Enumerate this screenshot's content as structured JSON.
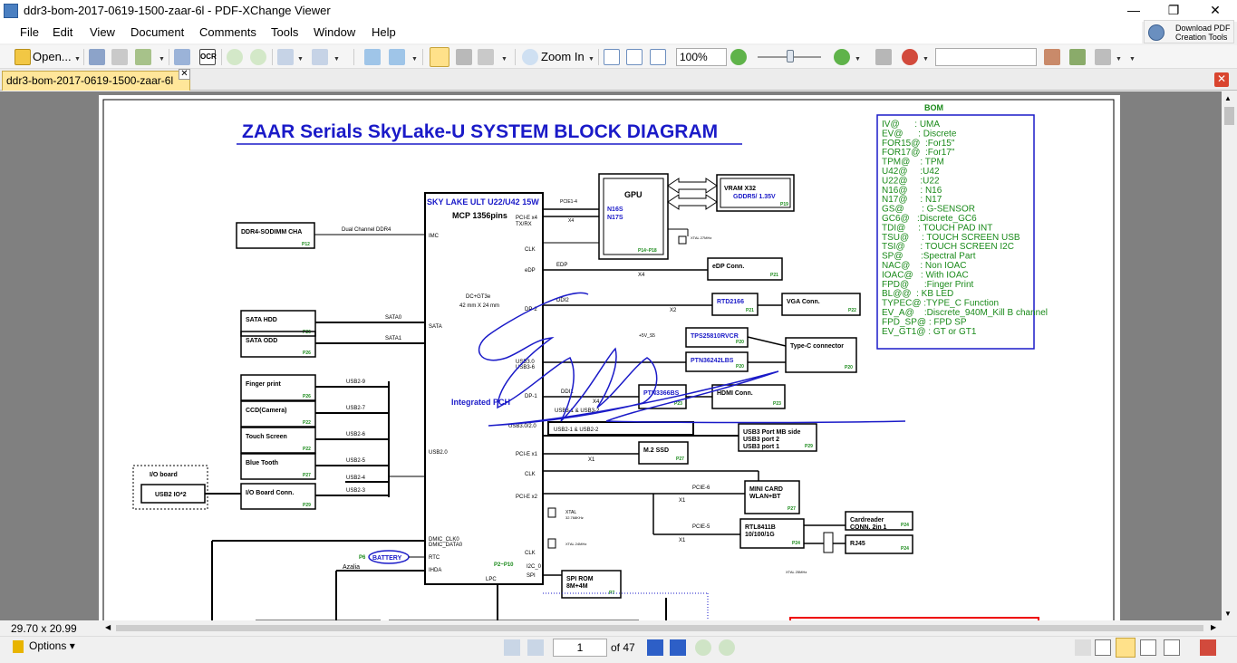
{
  "window": {
    "title": "ddr3-bom-2017-0619-1500-zaar-6l - PDF-XChange Viewer",
    "minimize": "—",
    "restore": "❐",
    "close": "✕"
  },
  "menu": [
    "File",
    "Edit",
    "View",
    "Document",
    "Comments",
    "Tools",
    "Window",
    "Help"
  ],
  "promo": {
    "line1": "Download PDF",
    "line2": "Creation Tools"
  },
  "toolbar": {
    "open_label": "Open...",
    "zoom_in_label": "Zoom In",
    "zoom_value": "100%",
    "ocr_label": "OCR"
  },
  "tab": {
    "label": "ddr3-bom-2017-0619-1500-zaar-6l",
    "close": "✕"
  },
  "page_size": "29.70 x 20.99 cm",
  "status": {
    "options_label": "Options",
    "current_page": "1",
    "of_pages": "of 47"
  },
  "diagram": {
    "title": "ZAAR Serials SkyLake-U SYSTEM BLOCK DIAGRAM",
    "bom_title": "BOM",
    "bom_lines": [
      "IV@      : UMA",
      "EV@      : Discrete",
      "FOR15@  :For15\"",
      "FOR17@  :For17\"",
      "TPM@    : TPM",
      "U42@     :U42",
      "U22@     :U22",
      "N16@     : N16",
      "N17@     : N17",
      "GS@       : G-SENSOR",
      "GC6@   :Discrete_GC6",
      "TDI@     : TOUCH PAD INT",
      "TSU@     : TOUCH SCREEN USB",
      "TSI@      : TOUCH SCREEN I2C",
      "SP@       :Spectral Part",
      "NAC@    : Non IOAC",
      "IOAC@   : With IOAC",
      "FPD@      :Finger Print",
      "BL@@  : KB LED",
      "TYPEC@ :TYPE_C Function",
      "EV_A@    :Discrete_940M_Kill B channel",
      "FPD_SP@ : FPD SP",
      "EV_GT1@ : GT or GT1"
    ],
    "cpu": {
      "line1": "SKY LAKE ULT U22/U42 15W",
      "line2": "MCP 1356pins",
      "die1": "DC+GT3e",
      "die2": "42 mm X 24 mm",
      "pch": "Integrated  PCH",
      "pages": "P2~P10"
    },
    "cpu_ports": [
      "PCI-E x4",
      "TX/RX",
      "IMC",
      "CLK",
      "eDP",
      "DP-2",
      "SATA",
      "USB3.0",
      "USB3-6",
      "DP-1",
      "USB3.0/2.0",
      "USB2.0",
      "PCI-E x1",
      "CLK",
      "PCI-E x2",
      "CLK",
      "DMIC_CLK0",
      "DMIC_DATA0",
      "RTC",
      "I2C_0",
      "IHDA",
      "SPI",
      "LPC"
    ],
    "gpu": {
      "name": "GPU",
      "m1": "N16S",
      "m2": "N17S",
      "page": "P14~P18",
      "bus": "PCIE1-4",
      "x4": "X4",
      "xtal": "XTAL 27MHz"
    },
    "vram": {
      "name": "VRAM X32",
      "type": "GDDR5/ 1.35V",
      "page": "P19"
    },
    "left_blocks": [
      {
        "name": "DDR4-SODIMM CHA",
        "page": "P12",
        "bus": "Dual Channel DDR4"
      },
      {
        "name": "SATA HDD",
        "page": "P26",
        "bus": "SATA0"
      },
      {
        "name": "SATA ODD",
        "page": "P26",
        "bus": "SATA1"
      },
      {
        "name": "Finger print",
        "page": "P26",
        "bus": "USB2-9"
      },
      {
        "name": "CCD(Camera)",
        "page": "P22",
        "bus": "USB2-7"
      },
      {
        "name": "Touch Screen",
        "page": "P22",
        "bus": "USB2-6"
      },
      {
        "name": "Blue Tooth",
        "page": "P27",
        "bus": "USB2-5"
      },
      {
        "name": "I/O Board Conn.",
        "page": "P29",
        "bus": "USB2-3"
      }
    ],
    "usb2_4": "USB2-4",
    "io_board": {
      "title": "I/O board",
      "port": "USB2 IO*2"
    },
    "right_blocks": {
      "edp": {
        "name": "eDP  Conn.",
        "page": "P21",
        "bus": "EDP",
        "x": "X4"
      },
      "rtd": {
        "name": "RTD2166",
        "page": "P21",
        "bus": "DDI2",
        "x": "X2"
      },
      "vga": {
        "name": "VGA Conn.",
        "page": "P22"
      },
      "tps": {
        "name": "TPS25810RVCR",
        "page": "P20",
        "pwr": "+5V_S5"
      },
      "ptn36242": {
        "name": "PTN36242LBS",
        "page": "P20"
      },
      "typec": {
        "name": "Type-C connector",
        "page": "P20"
      },
      "ptn3366": {
        "name": "PTN3366BS",
        "page": "P23",
        "bus": "DDI1",
        "x": "X4"
      },
      "hdmi": {
        "name": "HDMI Conn.",
        "page": "P23"
      },
      "usb3mb": {
        "l1": "USB3 Port MB side",
        "l2": "USB3 port 2",
        "l3": "USB3 port 1",
        "page": "P29",
        "bus": "USB2-1 & USB2-2",
        "bus2": "USB3-1 & USB3-2"
      },
      "ssd": {
        "name": "M.2 SSD",
        "page": "P27",
        "x": "X1"
      },
      "minicard": {
        "l1": "MINI CARD",
        "l2": "WLAN+BT",
        "page": "P27",
        "bus": "PCIE-6",
        "x": "X1"
      },
      "rtl": {
        "l1": "RTL8411B",
        "l2": "10/100/1G",
        "page": "P24",
        "bus": "PCIE-5",
        "x": "X1",
        "xtal": "XTAL 25MHz"
      },
      "cardreader": {
        "l1": "Cardreader",
        "l2": "CONN. 2in 1",
        "page": "P24"
      },
      "rj45": {
        "name": "RJ45",
        "page": "P24"
      },
      "spirom": {
        "l1": "SPI ROM",
        "l2": "8M+4M",
        "page": "P7"
      },
      "xtal1": {
        "l1": "XTAL",
        "l2": "32.768KHz"
      },
      "xtal2": "XTAL 24MHz"
    },
    "battery": {
      "name": "BATTERY",
      "page": "P6"
    },
    "azalia": "Azalia"
  }
}
